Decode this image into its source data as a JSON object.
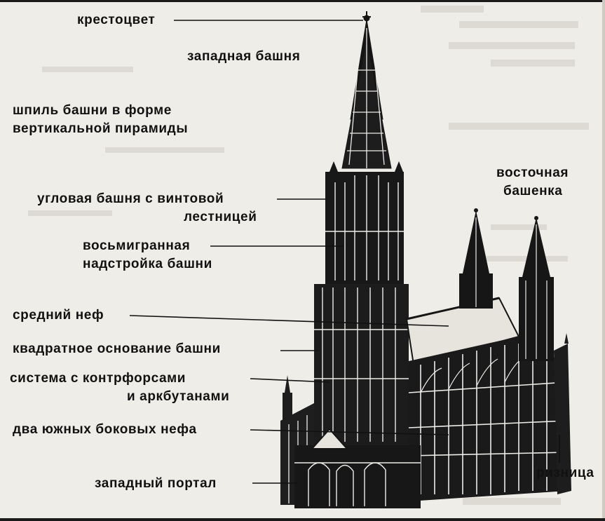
{
  "title": "Ульмский собор",
  "labels": {
    "finial": "крестоцвет",
    "west_tower": "западная башня",
    "spire_line1": "шпиль башни в форме",
    "spire_line2": "вертикальной пирамиды",
    "stair_turret_line1": "угловая башня с винтовой",
    "stair_turret_line2": "лестницей",
    "octagon_line1": "восьмигранная",
    "octagon_line2": "надстройка башни",
    "nave": "средний неф",
    "square_base": "квадратное основание башни",
    "buttress_line1": "система с контрфорсами",
    "buttress_line2": "и аркбутанами",
    "south_aisles": "два южных боковых нефа",
    "west_portal": "западный портал",
    "east_turret_line1": "восточная",
    "east_turret_line2": "башенка",
    "sacristy": "ризница"
  },
  "colors": {
    "ink": "#111111",
    "paper": "#efede8"
  }
}
